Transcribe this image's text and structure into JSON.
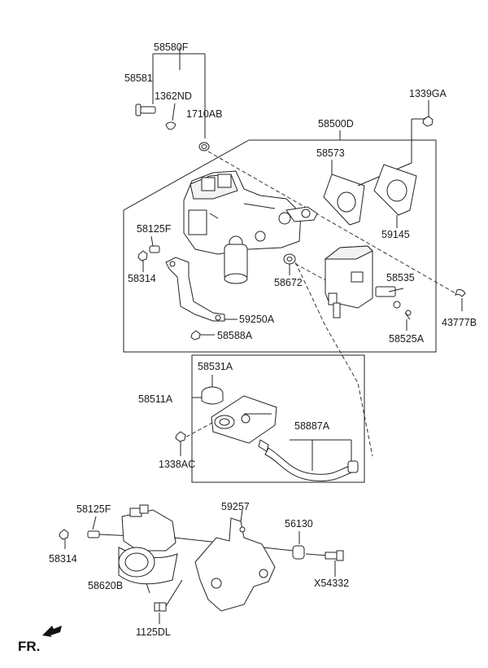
{
  "diagram": {
    "labels": {
      "l58580F": "58580F",
      "l58581": "58581",
      "l1362ND": "1362ND",
      "l1710AB": "1710AB",
      "l1339GA": "1339GA",
      "l58500D": "58500D",
      "l58573": "58573",
      "l58125F_top": "58125F",
      "l59145": "59145",
      "l58314_top": "58314",
      "l58672": "58672",
      "l58535": "58535",
      "l43777B": "43777B",
      "l59250A": "59250A",
      "l58588A": "58588A",
      "l58525A": "58525A",
      "l58531A": "58531A",
      "l58511A": "58511A",
      "l58887A": "58887A",
      "l1338AC": "1338AC",
      "l58125F_bot": "58125F",
      "l59257": "59257",
      "l56130": "56130",
      "l58314_bot": "58314",
      "l58620B": "58620B",
      "lX54332": "X54332",
      "l1125DL": "1125DL"
    },
    "orientation_mark": "FR."
  }
}
